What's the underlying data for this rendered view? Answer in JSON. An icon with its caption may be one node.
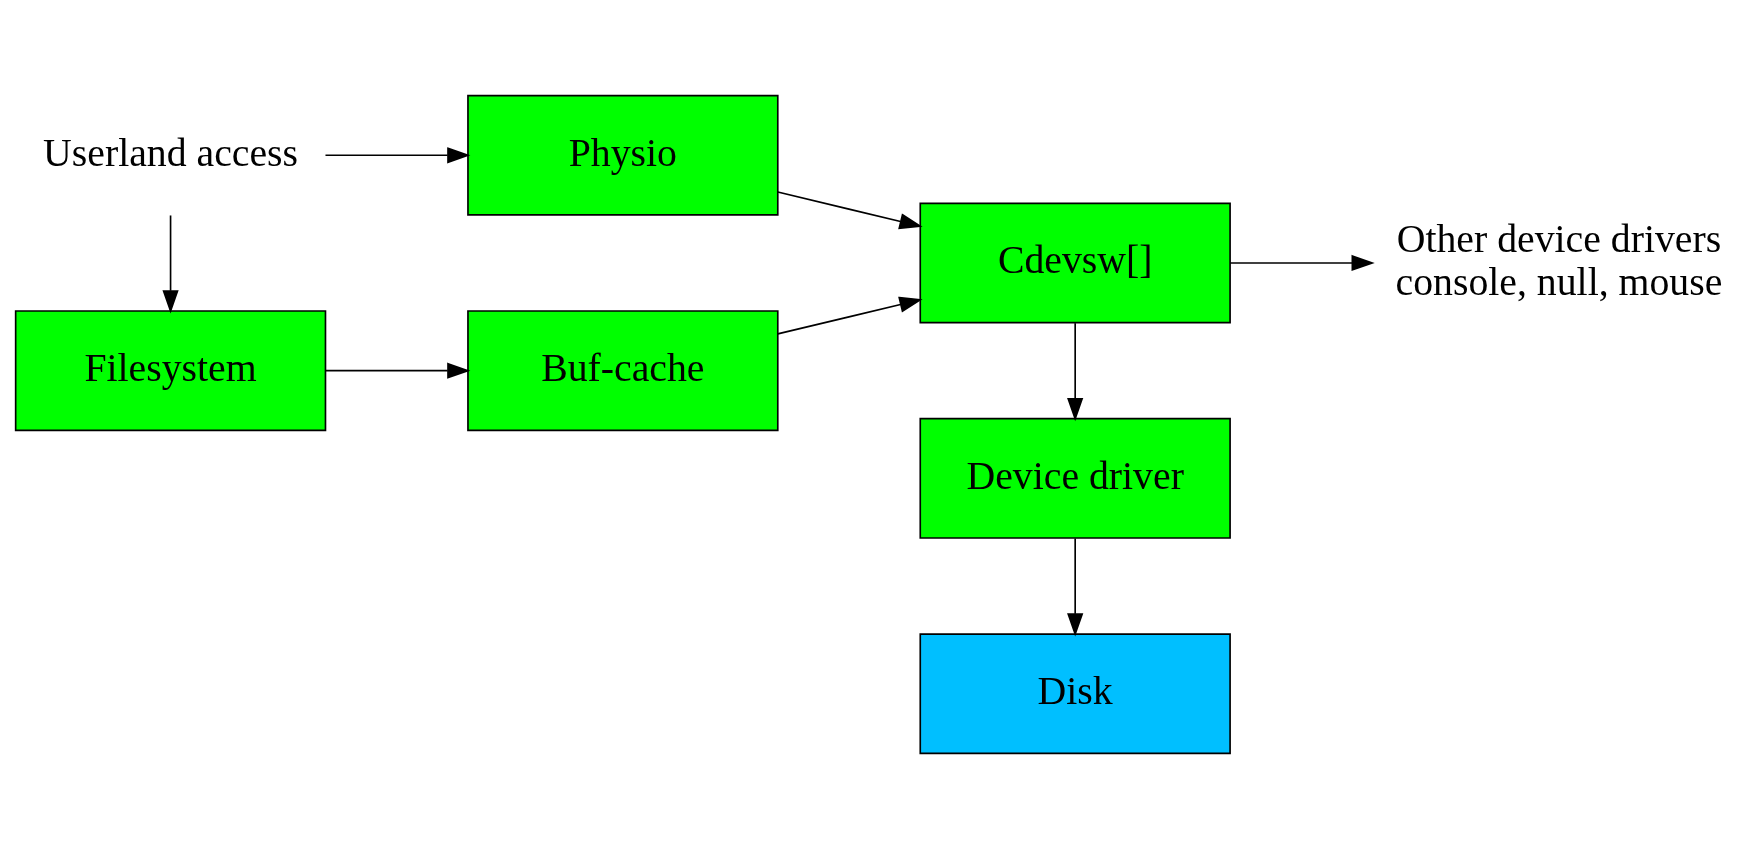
{
  "diagram": {
    "nodes": [
      {
        "text": [
          "Userland access"
        ]
      },
      {
        "text": [
          "Physio"
        ]
      },
      {
        "text": [
          "Filesystem"
        ]
      },
      {
        "text": [
          "Buf-cache"
        ]
      },
      {
        "text": [
          "Cdevsw[]"
        ]
      },
      {
        "text": [
          "Device driver"
        ]
      },
      {
        "text": [
          "Other device drivers",
          "console, null, mouse"
        ]
      },
      {
        "text": [
          "Disk"
        ]
      }
    ],
    "edges": [
      {
        "from": 0,
        "to": 1,
        "arrow": "to"
      },
      {
        "from": 0,
        "to": 2,
        "arrow": "to"
      },
      {
        "from": 1,
        "to": 4,
        "arrow": "to"
      },
      {
        "from": 2,
        "to": 3,
        "arrow": "to"
      },
      {
        "from": 3,
        "to": 4,
        "arrow": "to"
      },
      {
        "from": 4,
        "to": 6,
        "arrow": "to"
      },
      {
        "from": 4,
        "to": 5,
        "arrow": "to"
      },
      {
        "from": 5,
        "to": 7,
        "arrow": "to"
      }
    ]
  }
}
